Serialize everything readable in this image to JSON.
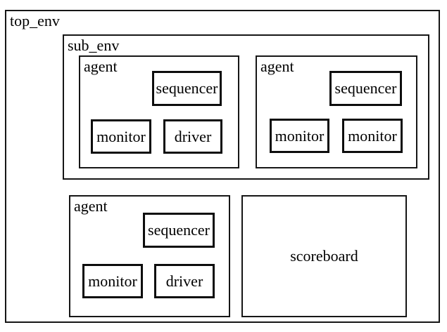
{
  "diagram": {
    "type": "uvm-testbench-block-diagram",
    "colors": {
      "background": "#ffffff",
      "container_border": "#161616",
      "leaf_border": "#0d0d0d",
      "text": "#000000"
    },
    "top_env": {
      "label": "top_env",
      "sub_env": {
        "label": "sub_env",
        "agents": [
          {
            "label": "agent",
            "sequencer": "sequencer",
            "bottom_left_box": "monitor",
            "bottom_right_box": "driver"
          },
          {
            "label": "agent",
            "sequencer": "sequencer",
            "bottom_left_box": "monitor",
            "bottom_right_box": "monitor"
          }
        ]
      },
      "agent": {
        "label": "agent",
        "sequencer": "sequencer",
        "bottom_left_box": "monitor",
        "bottom_right_box": "driver"
      },
      "scoreboard": {
        "label": "scoreboard"
      }
    }
  }
}
